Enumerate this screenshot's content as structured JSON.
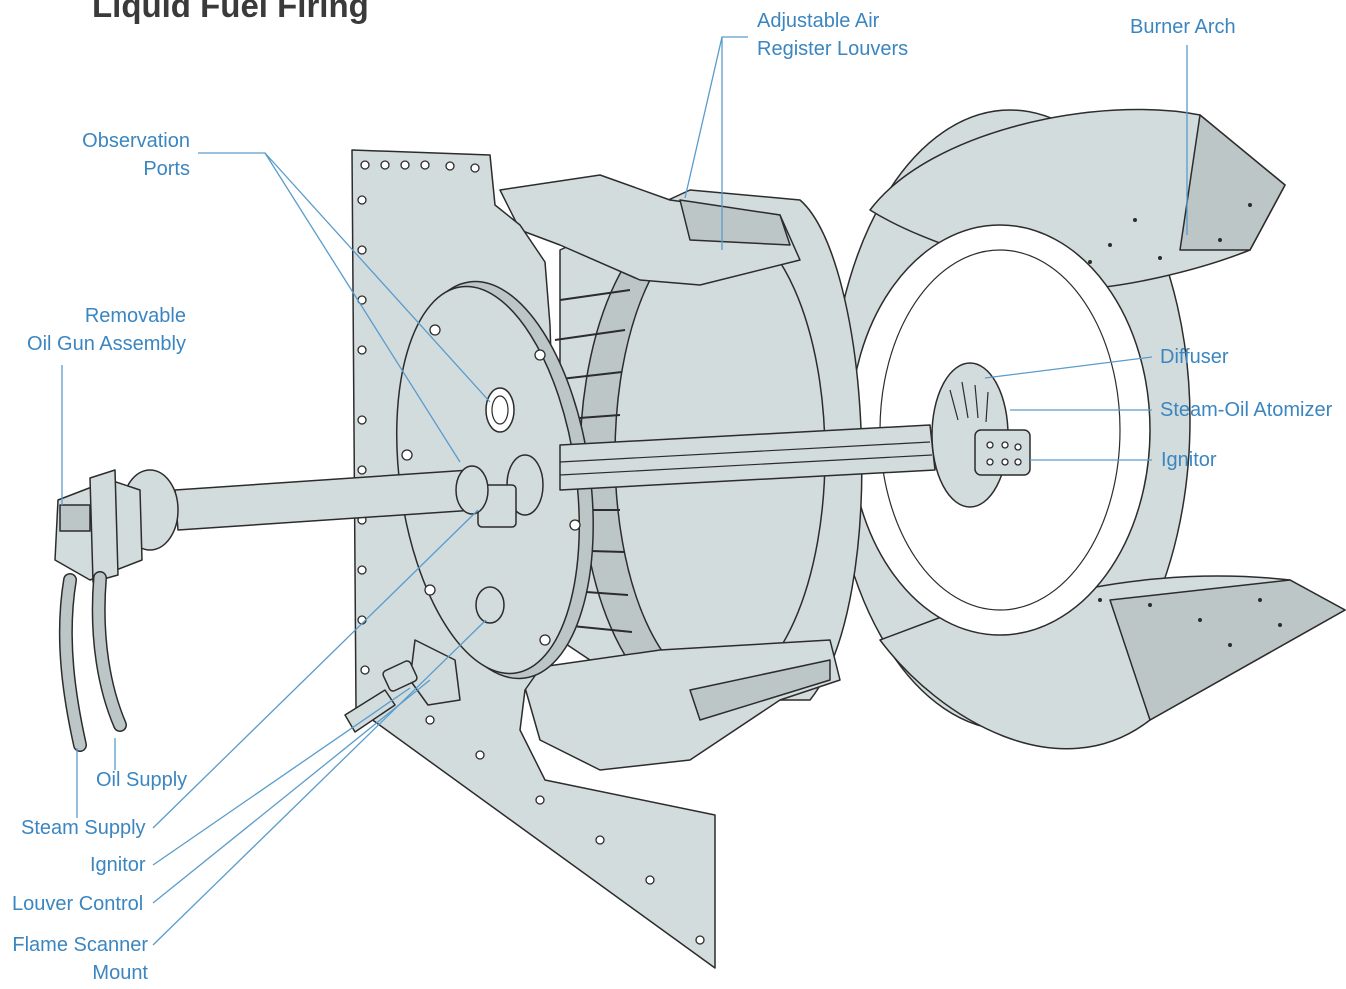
{
  "title": "Liquid Fuel Firing",
  "colors": {
    "label": "#3b86c0",
    "leader": "#5a9ccc",
    "metal_fill": "#d3dcdc",
    "metal_shade": "#bcc6c7",
    "outline": "#2c2c2c"
  },
  "labels": {
    "observation_ports": [
      "Observation",
      "Ports"
    ],
    "removable_oil_gun": [
      "Removable",
      "Oil Gun Assembly"
    ],
    "adjustable_air_register": [
      "Adjustable Air",
      "Register Louvers"
    ],
    "burner_arch": "Burner Arch",
    "diffuser": "Diffuser",
    "steam_oil_atomizer": "Steam-Oil Atomizer",
    "ignitor_right": "Ignitor",
    "oil_supply": "Oil Supply",
    "steam_supply": "Steam Supply",
    "ignitor_left": "Ignitor",
    "louver_control": "Louver Control",
    "flame_scanner_mount": [
      "Flame Scanner",
      "Mount"
    ]
  }
}
